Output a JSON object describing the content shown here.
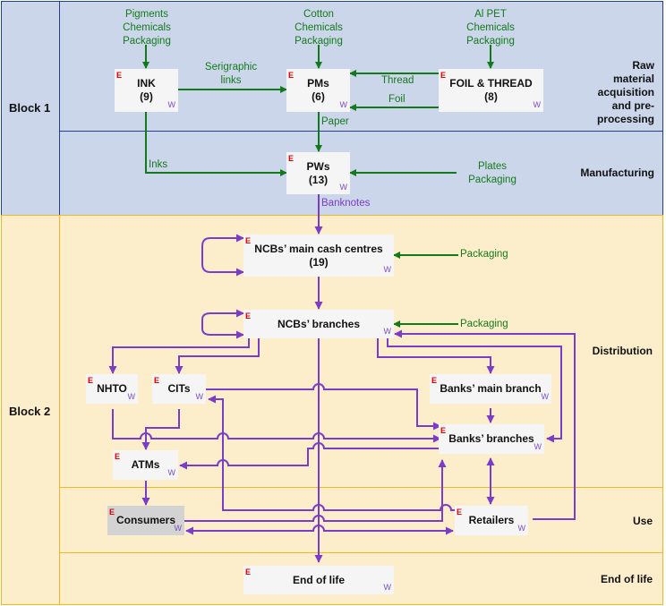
{
  "blocks": [
    {
      "id": "block1",
      "label": "Block 1"
    },
    {
      "id": "block2",
      "label": "Block 2"
    }
  ],
  "stages": {
    "raw": "Raw material acquisition and pre-processing",
    "raw_lines": [
      "Raw",
      "material",
      "acquisition",
      "and pre-",
      "processing"
    ],
    "manufacturing": "Manufacturing",
    "distribution": "Distribution",
    "use": "Use",
    "end_of_life": "End of life"
  },
  "node_markers": {
    "top_left": "E",
    "bottom_right": "W"
  },
  "nodes": {
    "ink": {
      "name": "INK",
      "count": "(9)"
    },
    "pms": {
      "name": "PMs",
      "count": "(6)"
    },
    "foil": {
      "name": "FOIL & THREAD",
      "count": "(8)"
    },
    "pws": {
      "name": "PWs",
      "count": "(13)"
    },
    "ncb_main": {
      "name": "NCBs’ main cash centres",
      "count": "(19)"
    },
    "ncb_branches": {
      "name": "NCBs’ branches"
    },
    "nhto": {
      "name": "NHTO"
    },
    "cits": {
      "name": "CITs"
    },
    "banks_main": {
      "name": "Banks’ main branch"
    },
    "banks_branches": {
      "name": "Banks’ branches"
    },
    "atms": {
      "name": "ATMs"
    },
    "consumers": {
      "name": "Consumers"
    },
    "retailers": {
      "name": "Retailers"
    },
    "end_of_life": {
      "name": "End of life"
    }
  },
  "inputs": {
    "ink": [
      "Pigments",
      "Chemicals",
      "Packaging"
    ],
    "pms": [
      "Cotton",
      "Chemicals",
      "Packaging"
    ],
    "foil": [
      "Al PET",
      "Chemicals",
      "Packaging"
    ],
    "pws": [
      "Plates",
      "Packaging"
    ],
    "ncb_main": "Packaging",
    "ncb_branches": "Packaging"
  },
  "flows": {
    "serigraphic": [
      "Serigraphic",
      "links"
    ],
    "thread": "Thread",
    "foil": "Foil",
    "paper": "Paper",
    "inks": "Inks",
    "banknotes": "Banknotes"
  },
  "colors": {
    "block1_bg": "#cbd6ea",
    "block1_border": "#1f3f9a",
    "block2_bg": "#fdeecb",
    "block2_border": "#f3b722",
    "material_flow": "#137a1a",
    "banknote_flow": "#7b3cc8",
    "e_marker": "#e00000",
    "w_marker": "#7b4bc8"
  }
}
